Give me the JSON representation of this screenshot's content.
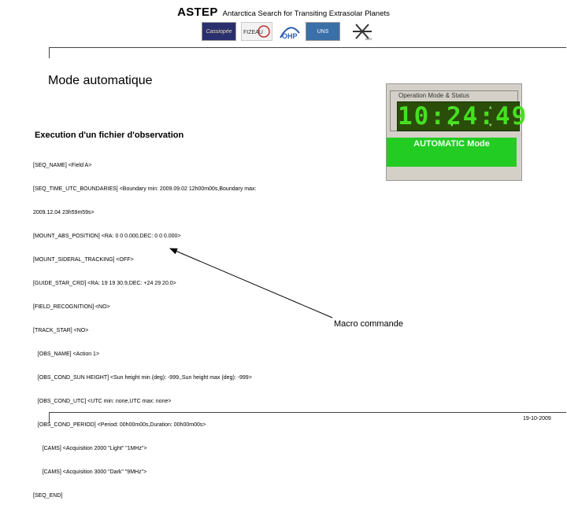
{
  "header": {
    "brand": "ASTEP",
    "subtitle": "Antarctica Search for Transiting Extrasolar Planets"
  },
  "logos": {
    "logo1_text": "Cassiopée",
    "logo2_text": "FIZEAU",
    "logo3_text": "OHP",
    "logo4_text": "UNS",
    "logo5_text": "DLR"
  },
  "main": {
    "mode_heading": "Mode automatique",
    "exec_heading": "Execution d'un fichier d'observation",
    "sequence_lines": [
      "[SEQ_NAME] <Field A>",
      "[SEQ_TIME_UTC_BOUNDARIES] <Boundary min: 2009.09.02 12h00m00s,Boundary max:",
      "2009.12.04 23h59m59s>",
      "[MOUNT_ABS_POSITION] <RA: 0 0 0.000,DEC: 0 0 0.000>",
      "[MOUNT_SIDERAL_TRACKING] <OFF>",
      "[GUIDE_STAR_CRD] <RA: 19 19 30.9,DEC: +24 29 20.0>",
      "[FIELD_RECOGNITION] <NO>",
      "[TRACK_STAR] <NO>",
      "   [OBS_NAME] <Action 1>",
      "   [OBS_COND_SUN HEIGHT] <Sun height min (deg): -999.,Sun height max (deg): -999>",
      "   [OBS_COND_UTC] <UTC min: none,UTC max: none>",
      "   [OBS_COND_PERIOD] <Period: 00h00m00s,Duration: 00h00m00s>",
      "      [CAMS] <Acquisition 2000 \"Light\" \"1MHz\">",
      "      [CAMS] <Acquisition 3000 \"Dark\" \"9MHz\">",
      "[SEQ_END]"
    ]
  },
  "status_panel": {
    "title": "Operation Mode & Status",
    "display": "10:24:49",
    "mode": "AUTOMATIC Mode",
    "display_color": "#46e020",
    "mode_color": "#22cc22"
  },
  "annotation": {
    "macro_label": "Macro commande"
  },
  "footer": {
    "date": "19-10-2009"
  }
}
